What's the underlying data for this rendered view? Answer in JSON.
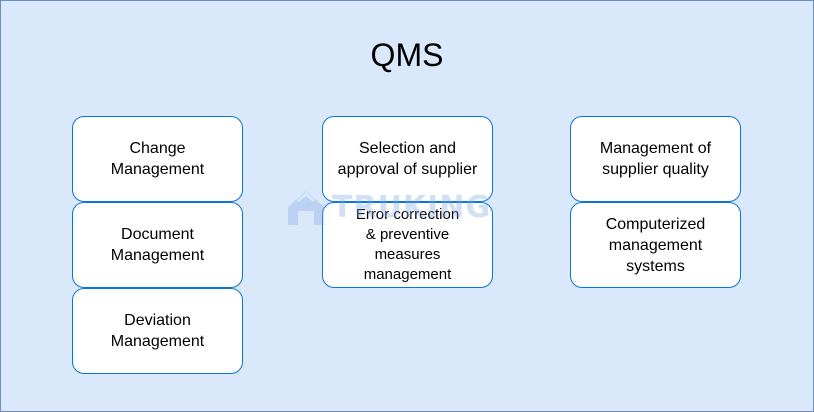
{
  "title": "QMS",
  "boxes": {
    "change_management": "Change\nManagement",
    "document_management": "Document\nManagement",
    "deviation_management": "Deviation\nManagement",
    "selection_approval": "Selection and\napproval of supplier",
    "error_correction": "Error correction\n& preventive\nmeasures\nmanagement",
    "supplier_quality": "Management of\nsupplier quality",
    "computerized_systems": "Computerized\nmanagement\nsystems"
  },
  "watermark": {
    "text": "TRUKING",
    "color": "#7fa7e4"
  },
  "colors": {
    "background": "#dae8fc",
    "border": "#6c8ebf",
    "box_border": "#0a74da",
    "box_fill": "#ffffff"
  }
}
